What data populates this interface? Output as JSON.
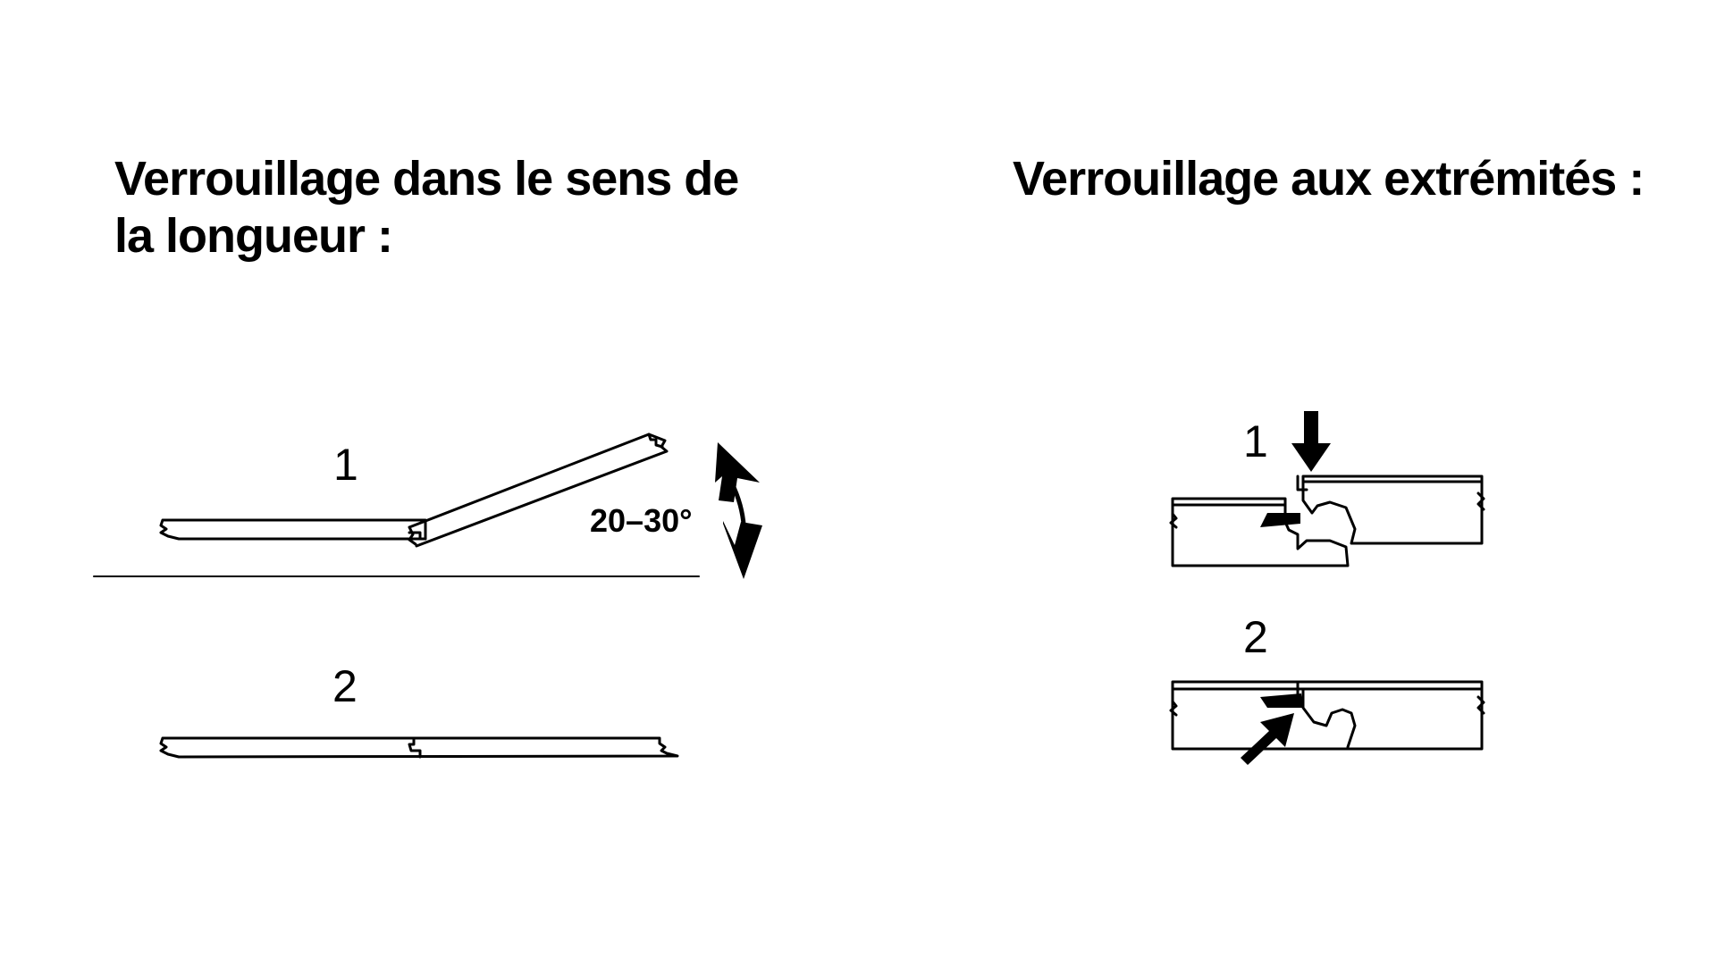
{
  "left_panel": {
    "heading_line1": "Verrouillage dans le sens de",
    "heading_line2": "la longueur :",
    "step1_label": "1",
    "step2_label": "2",
    "angle_label": "20–30°"
  },
  "right_panel": {
    "heading": "Verrouillage aux extrémités :",
    "step1_label": "1",
    "step2_label": "2"
  },
  "colors": {
    "background": "#ffffff",
    "ink": "#000000"
  }
}
